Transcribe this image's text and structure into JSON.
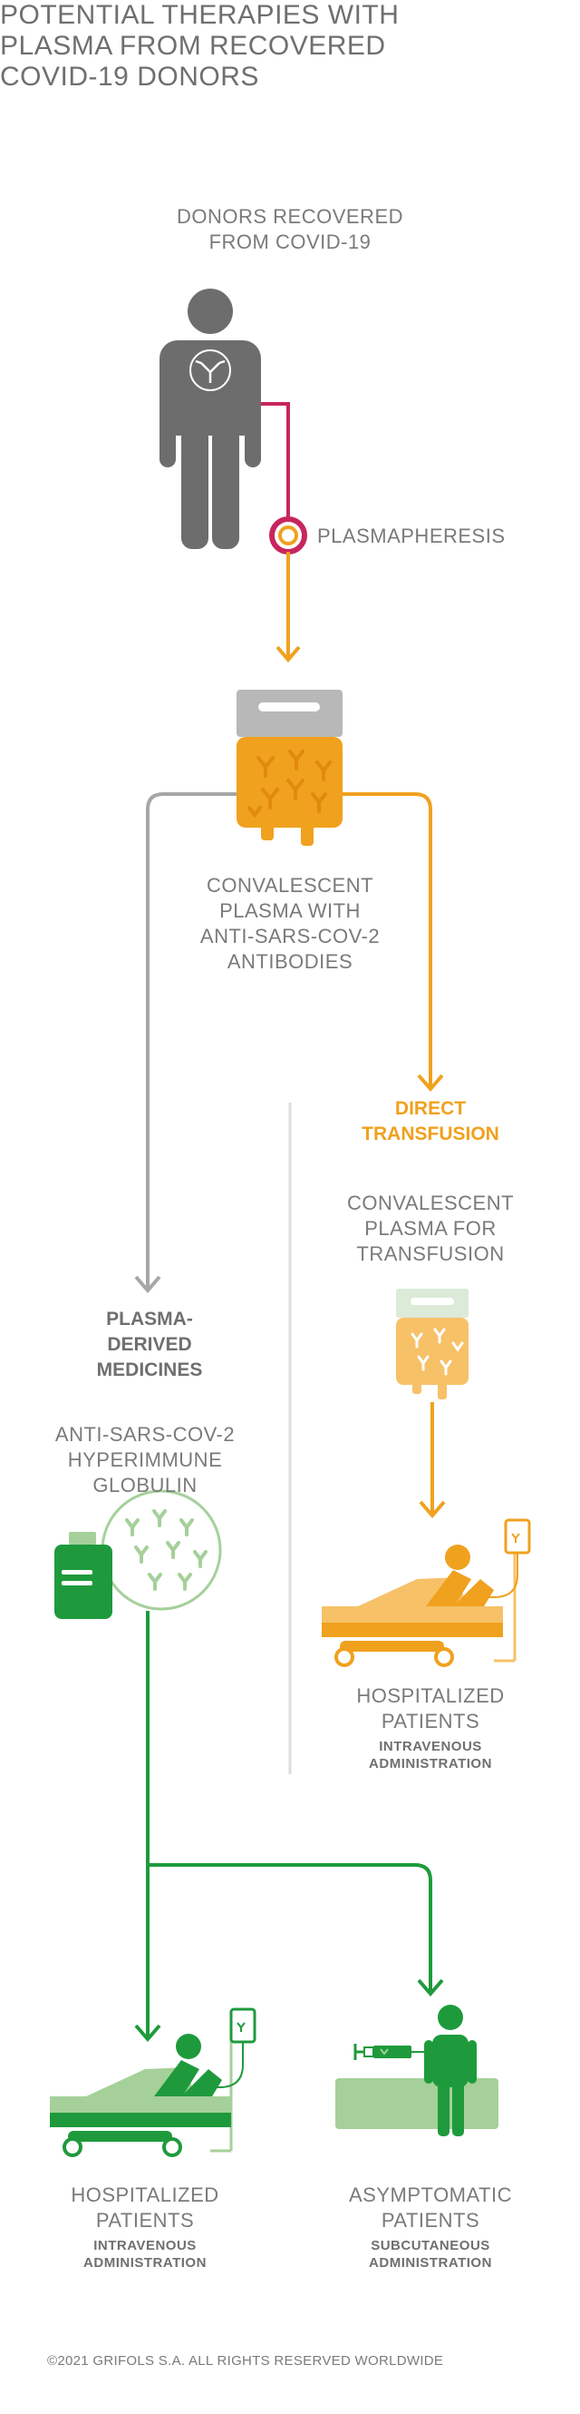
{
  "title": "POTENTIAL THERAPIES WITH\nPLASMA FROM RECOVERED\nCOVID-19 DONORS",
  "donors_label": "DONORS RECOVERED\nFROM COVID-19",
  "plasmapheresis_label": "PLASMAPHERESIS",
  "convalescent_label": "CONVALESCENT\nPLASMA WITH\nANTI-SARS-COV-2\nANTIBODIES",
  "direct_transfusion_label": "DIRECT\nTRANSFUSION",
  "transfusion_plasma_label": "CONVALESCENT\nPLASMA FOR\nTRANSFUSION",
  "plasma_derived_label": "PLASMA-\nDERIVED\nMEDICINES",
  "hyperimmune_label": "ANTI-SARS-COV-2\nHYPERIMMUNE\nGLOBULIN",
  "right_patients_label": "HOSPITALIZED\nPATIENTS",
  "right_patients_sub": "INTRAVENOUS\nADMINISTRATION",
  "bottom_left_label": "HOSPITALIZED\nPATIENTS",
  "bottom_left_sub": "INTRAVENOUS\nADMINISTRATION",
  "bottom_right_label": "ASYMPTOMATIC\nPATIENTS",
  "bottom_right_sub": "SUBCUTANEOUS\nADMINISTRATION",
  "footer": "©2021 GRIFOLS S.A. ALL RIGHTS RESERVED WORLDWIDE",
  "colors": {
    "gray_figure": "#6d6d6d",
    "magenta": "#c8255e",
    "orange": "#f0a11e",
    "orange_light": "#f7c168",
    "green": "#1e9a3c",
    "green_light": "#a5d09a",
    "gray_line": "#a6a6a6"
  }
}
